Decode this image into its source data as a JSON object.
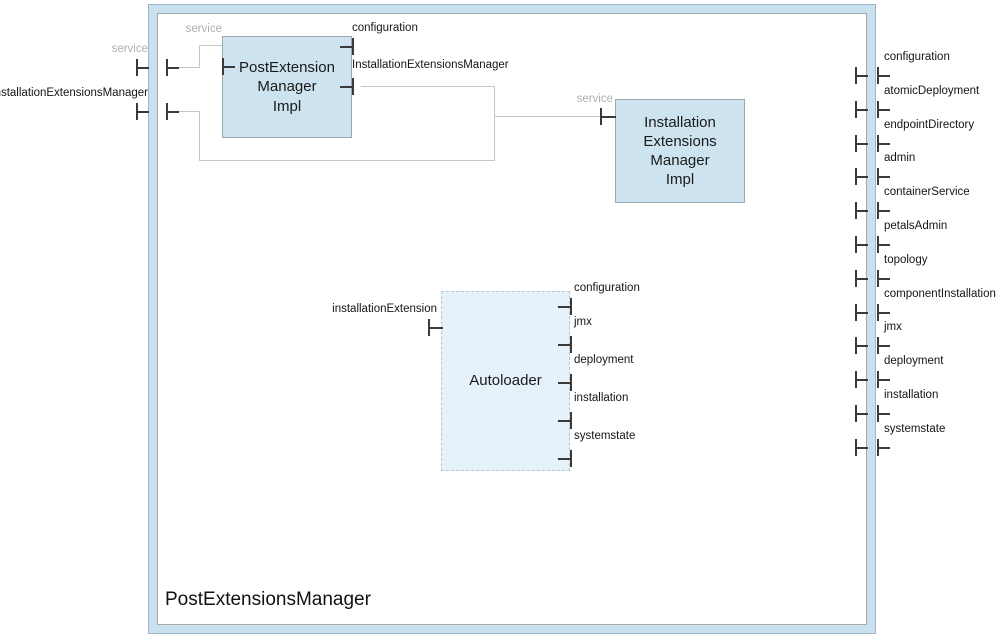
{
  "diagram": {
    "type": "uml-composite-structure",
    "title": "PostExtensionsManager",
    "colors": {
      "component_fill": "#cde3f0",
      "component_stroke": "#9aa8b0",
      "container_band": "#c9e0ef",
      "container_stroke": "#9bb7c9",
      "dashed_component_fill": "#e6f2fa",
      "wire": "#c6c6c6",
      "port_glyph": "#3a3a3a",
      "label": "#151515",
      "label_muted": "#b0b0b0"
    }
  },
  "components": {
    "post_extension_manager_impl": {
      "label": "PostExtension\nManager\nImpl"
    },
    "installation_extensions_manager_impl": {
      "label": "Installation\nExtensions\nManager\nImpl"
    },
    "autoloader": {
      "label": "Autoloader"
    }
  },
  "external_ports_left": [
    {
      "name": "service",
      "muted": true
    },
    {
      "name": "installationExtensionsManager",
      "muted": false
    }
  ],
  "external_ports_right": [
    {
      "name": "configuration"
    },
    {
      "name": "atomicDeployment"
    },
    {
      "name": "endpointDirectory"
    },
    {
      "name": "admin"
    },
    {
      "name": "containerService"
    },
    {
      "name": "petalsAdmin"
    },
    {
      "name": "topology"
    },
    {
      "name": "componentInstallation"
    },
    {
      "name": "jmx"
    },
    {
      "name": "deployment"
    },
    {
      "name": "installation"
    },
    {
      "name": "systemstate"
    }
  ],
  "pem_ports": [
    {
      "name": "service",
      "side": "left",
      "muted": true
    },
    {
      "name": "configuration",
      "side": "right",
      "muted": false
    },
    {
      "name": "InstallationExtensionsManager",
      "side": "right",
      "muted": false
    }
  ],
  "iem_ports": [
    {
      "name": "service",
      "side": "left",
      "muted": true
    }
  ],
  "autoloader_ports_left": [
    {
      "name": "installationExtension"
    }
  ],
  "autoloader_ports_right": [
    {
      "name": "configuration"
    },
    {
      "name": "jmx"
    },
    {
      "name": "deployment"
    },
    {
      "name": "installation"
    },
    {
      "name": "systemstate"
    }
  ]
}
